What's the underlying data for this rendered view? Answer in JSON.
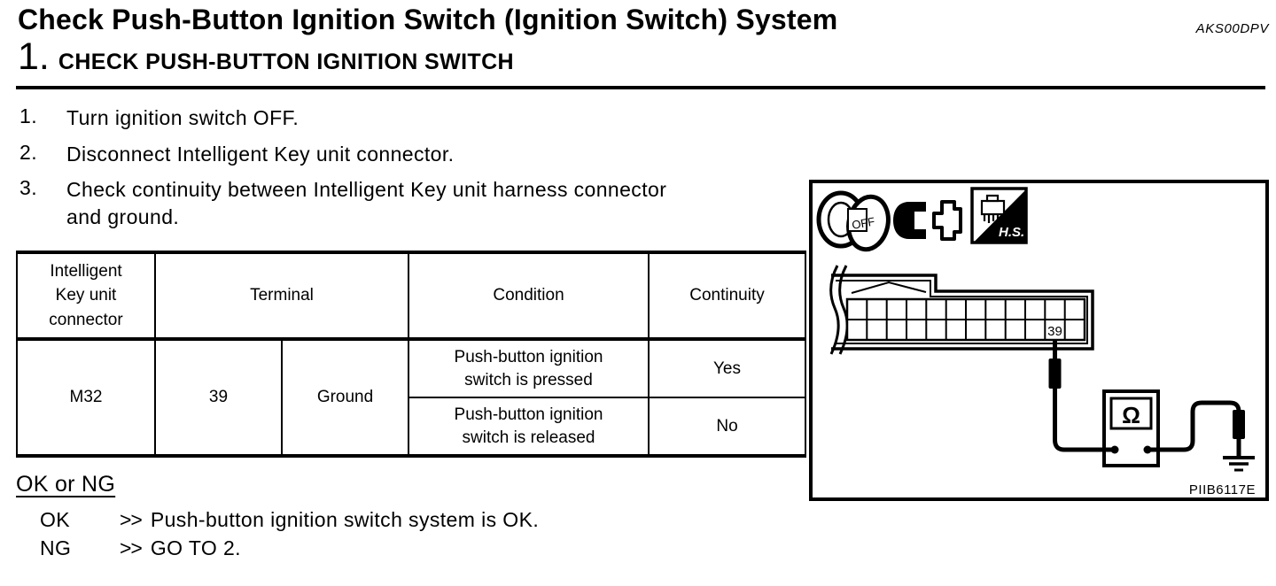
{
  "page": {
    "title": "Check Push-Button Ignition Switch (Ignition Switch) System",
    "code": "AKS00DPV",
    "step_number": "1.",
    "step_heading": "CHECK PUSH-BUTTON IGNITION SWITCH"
  },
  "procedure": [
    {
      "num": "1.",
      "line1": "Turn ignition switch OFF."
    },
    {
      "num": "2.",
      "line1": "Disconnect Intelligent Key unit connector."
    },
    {
      "num": "3.",
      "line1": "Check continuity between Intelligent Key unit harness connector",
      "line2": "and ground."
    }
  ],
  "table": {
    "headers": {
      "connector": "Intelligent Key unit connector",
      "terminal": "Terminal",
      "condition": "Condition",
      "continuity": "Continuity"
    },
    "connector": "M32",
    "terminal": "39",
    "terminal_ref": "Ground",
    "rows": [
      {
        "condition": "Push-button ignition switch is pressed",
        "continuity": "Yes"
      },
      {
        "condition": "Push-button ignition switch is released",
        "continuity": "No"
      }
    ]
  },
  "results": {
    "heading": "OK or NG",
    "items": [
      {
        "label": "OK",
        "arrow": ">>",
        "text": "Push-button ignition switch system is OK."
      },
      {
        "label": "NG",
        "arrow": ">>",
        "text": "GO TO 2."
      }
    ]
  },
  "figure": {
    "ignition_icon_label": "OFF",
    "hs_icon_label": "H.S.",
    "pin_label": "39",
    "meter_symbol": "Ω",
    "figure_code": "PIIB6117E"
  }
}
